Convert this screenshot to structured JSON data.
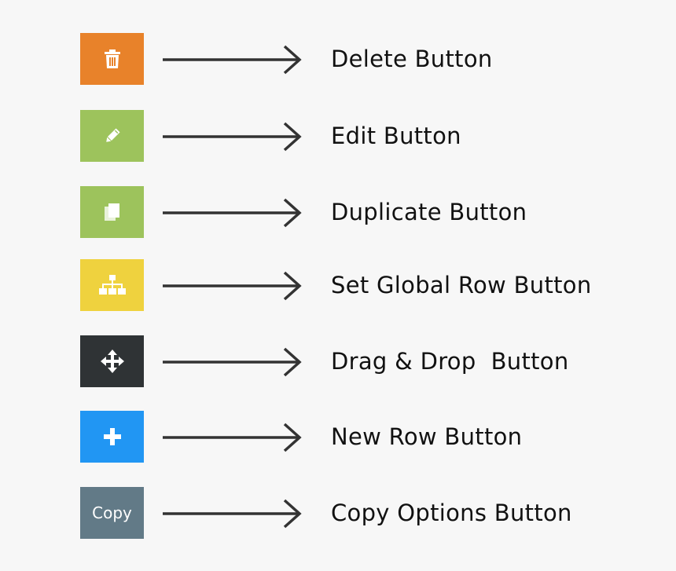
{
  "items": [
    {
      "icon": "trash-icon",
      "color": "#e8822a",
      "label": "Delete Button"
    },
    {
      "icon": "pencil-icon",
      "color": "#9dc35c",
      "label": "Edit Button"
    },
    {
      "icon": "duplicate-icon",
      "color": "#9dc35c",
      "label": "Duplicate Button"
    },
    {
      "icon": "sitemap-icon",
      "color": "#efd23e",
      "label": "Set Global Row Button"
    },
    {
      "icon": "move-arrows-icon",
      "color": "#2f3335",
      "label": "Drag & Drop  Button"
    },
    {
      "icon": "plus-icon",
      "color": "#2196f3",
      "label": "New Row Button"
    },
    {
      "icon": "",
      "color": "#627a87",
      "label": "Copy Options Button",
      "button_text": "Copy"
    }
  ]
}
